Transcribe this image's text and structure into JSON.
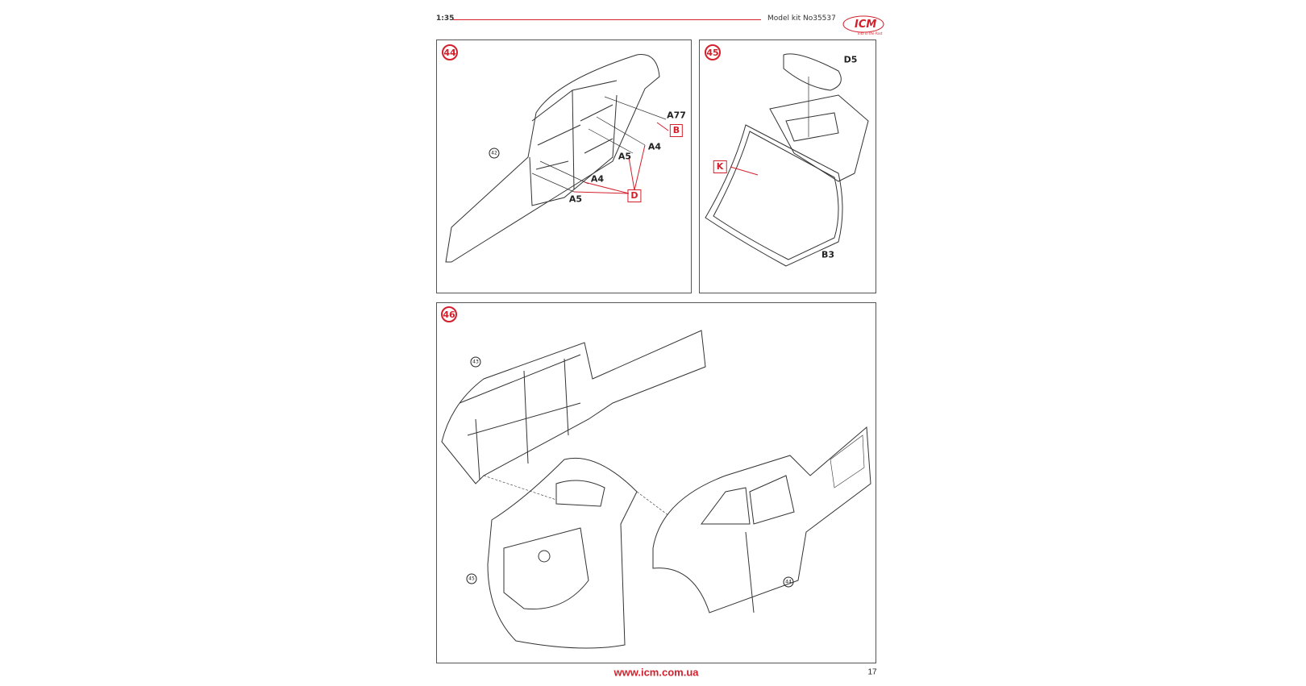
{
  "header": {
    "scale": "1:35",
    "model_kit": "Model kit No35537",
    "logo_text": "ICM",
    "logo_tagline": "Into in the Past"
  },
  "steps": [
    {
      "number": "44",
      "refs": [
        "42"
      ],
      "parts": [
        "A77",
        "A4",
        "A5",
        "A4",
        "A5"
      ],
      "paint_codes": [
        "B",
        "D"
      ]
    },
    {
      "number": "45",
      "parts": [
        "D5",
        "B3"
      ],
      "paint_codes": [
        "K"
      ]
    },
    {
      "number": "46",
      "refs": [
        "43",
        "45",
        "44"
      ]
    }
  ],
  "footer": {
    "url": "www.icm.com.ua",
    "page": "17"
  },
  "colors": {
    "accent": "#d4202c",
    "line": "#555555"
  }
}
